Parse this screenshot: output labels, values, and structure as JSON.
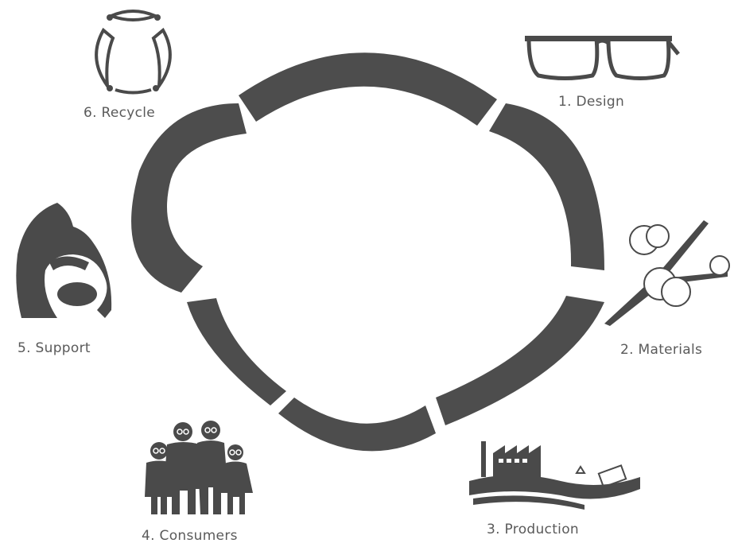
{
  "diagram": {
    "stages": [
      {
        "number": "1.",
        "name": "Design",
        "label": "1. Design",
        "icon": "glasses-icon"
      },
      {
        "number": "2.",
        "name": "Materials",
        "label": "2. Materials",
        "icon": "cotton-plant-icon"
      },
      {
        "number": "3.",
        "name": "Production",
        "label": "3. Production",
        "icon": "factory-icon"
      },
      {
        "number": "4.",
        "name": "Consumers",
        "label": "4. Consumers",
        "icon": "family-icon"
      },
      {
        "number": "5.",
        "name": "Support",
        "label": "5. Support",
        "icon": "orangutan-icon"
      },
      {
        "number": "6.",
        "name": "Recycle",
        "label": "6. Recycle",
        "icon": "recycle-icon"
      }
    ],
    "colors": {
      "cycle": "#4d4d4d",
      "text": "#5a5a5a",
      "icon": "#4a4a4a"
    }
  }
}
